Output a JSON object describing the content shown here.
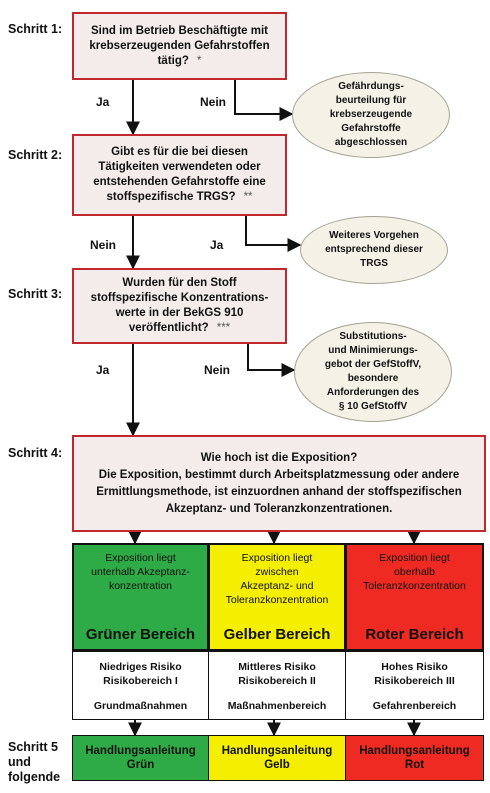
{
  "steps": {
    "s1": "Schritt 1:",
    "s2": "Schritt 2:",
    "s3": "Schritt 3:",
    "s4": "Schritt 4:",
    "s5_line1": "Schritt 5",
    "s5_line2": "und",
    "s5_line3": "folgende"
  },
  "q1": {
    "l1": "Sind im Betrieb Beschäftigte mit",
    "l2": "krebserzeugenden Gefahrstoffen",
    "l3": "tätig?",
    "ast": "*"
  },
  "q2": {
    "l1": "Gibt es für die bei diesen",
    "l2": "Tätigkeiten verwendeten oder",
    "l3": "entstehenden Gefahrstoffe eine",
    "l4": "stoffspezifische TRGS?",
    "ast": "**"
  },
  "q3": {
    "l1": "Wurden für den Stoff",
    "l2": "stoffspezifische Konzentrations-",
    "l3": "werte in der BekGS 910",
    "l4": "veröffentlicht?",
    "ast": "***"
  },
  "q4": {
    "l1": "Wie hoch ist die Exposition?",
    "l2": "Die Exposition, bestimmt durch Arbeitsplatzmessung oder andere",
    "l3": "Ermittlungsmethode, ist einzuordnen anhand der stoffspezifischen",
    "l4": "Akzeptanz- und Toleranzkonzentrationen."
  },
  "branch": {
    "ja1": "Ja",
    "nein1": "Nein",
    "nein2": "Nein",
    "ja2": "Ja",
    "ja3": "Ja",
    "nein3": "Nein"
  },
  "e1": {
    "l1": "Gefährdungs-",
    "l2": "beurteilung für",
    "l3": "krebserzeugende",
    "l4": "Gefahrstoffe",
    "l5": "abgeschlossen"
  },
  "e2": {
    "l1": "Weiteres Vorgehen",
    "l2": "entsprechend dieser",
    "l3": "TRGS"
  },
  "e3": {
    "l1": "Substitutions-",
    "l2": "und Minimierungs-",
    "l3": "gebot der GefStoffV,",
    "l4": "besondere",
    "l5": "Anforderungen des",
    "l6": "§ 10 GefStoffV"
  },
  "zones": {
    "green": {
      "d1": "Exposition liegt",
      "d2": "unterhalb Akzeptanz-",
      "d3": "konzentration",
      "name": "Grüner Bereich",
      "color": "#2eaa47"
    },
    "yellow": {
      "d1": "Exposition liegt",
      "d2": "zwischen",
      "d3": "Akzeptanz- und",
      "d4": "Toleranzkonzentration",
      "name": "Gelber Bereich",
      "color": "#f4ee00"
    },
    "red": {
      "d1": "Exposition liegt",
      "d2": "oberhalb",
      "d3": "Toleranzkonzentration",
      "name": "Roter Bereich",
      "color": "#ee2a22"
    }
  },
  "risks": {
    "low": {
      "r1": "Niedriges Risiko",
      "r2": "Risikobereich I",
      "r3": "Grundmaßnahmen"
    },
    "mid": {
      "r1": "Mittleres Risiko",
      "r2": "Risikobereich II",
      "r3": "Maßnahmenbereich"
    },
    "high": {
      "r1": "Hohes Risiko",
      "r2": "Risikobereich III",
      "r3": "Gefahrenbereich"
    }
  },
  "guides": {
    "green": {
      "l1": "Handlungsanleitung",
      "l2": "Grün"
    },
    "yellow": {
      "l1": "Handlungsanleitung",
      "l2": "Gelb"
    },
    "red": {
      "l1": "Handlungsanleitung",
      "l2": "Rot"
    }
  }
}
